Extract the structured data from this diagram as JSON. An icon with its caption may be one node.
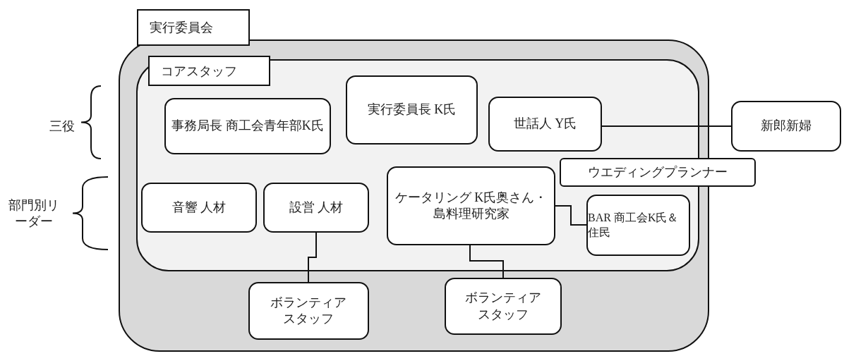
{
  "diagram": {
    "nodes": [
      {
        "text": [
          "実行委員会"
        ]
      },
      {
        "text": [
          "コアスタッフ"
        ],
        "in": 0
      },
      {
        "text": [
          "事務局長 商工会青年部K氏"
        ],
        "in": 1
      },
      {
        "text": [
          "実行委員長 K氏"
        ],
        "in": 1
      },
      {
        "text": [
          "世話人 Y氏"
        ],
        "in": 1
      },
      {
        "text": [
          "新郎新婦"
        ]
      },
      {
        "text": [
          "音響 人材"
        ],
        "in": 1
      },
      {
        "text": [
          "設営 人材"
        ],
        "in": 1
      },
      {
        "text": [
          "ケータリング K氏奥さん・島料理研究家"
        ],
        "in": 1
      },
      {
        "text": [
          "ウエディングプランナー"
        ]
      },
      {
        "text": [
          "BAR 商工会K氏＆住民"
        ],
        "in": 1
      },
      {
        "text": [
          "ボランティアスタッフ"
        ],
        "in": 0
      },
      {
        "text": [
          "ボランティアスタッフ"
        ],
        "in": 0
      }
    ],
    "edges": [
      {
        "from": 4,
        "to": 5,
        "arrow": "none"
      },
      {
        "from": 8,
        "to": 10,
        "arrow": "none"
      },
      {
        "from": 7,
        "to": 11,
        "arrow": "none"
      },
      {
        "from": 8,
        "to": 12,
        "arrow": "none"
      }
    ],
    "labels": [
      "三役",
      "部門別リーダー"
    ]
  }
}
